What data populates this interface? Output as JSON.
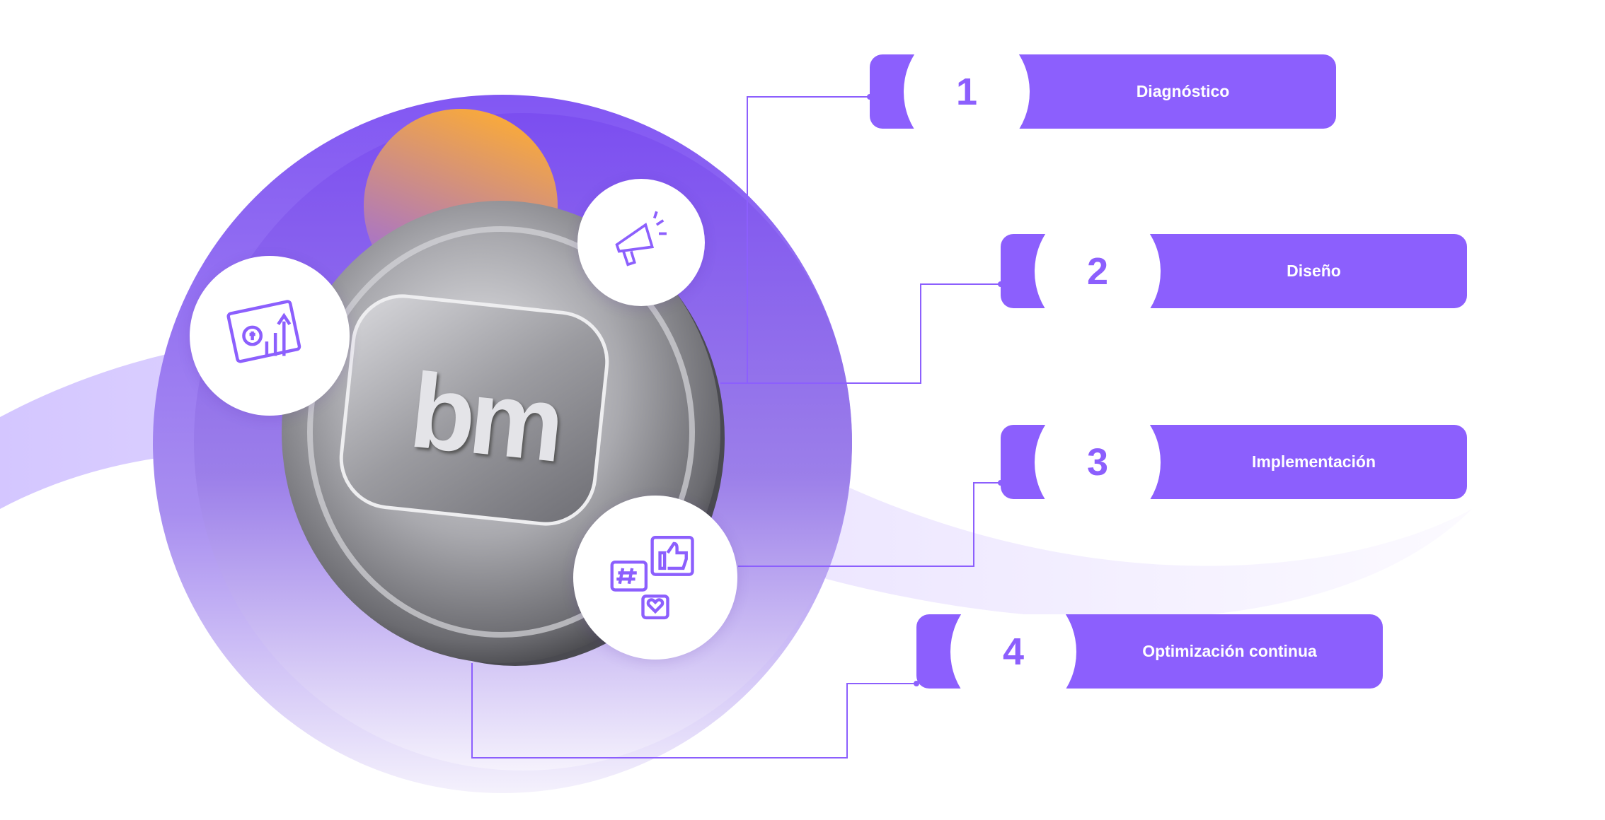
{
  "logo_text": "bm",
  "colors": {
    "accent": "#8c5ffd",
    "orange": "#f8a93c",
    "line": "#8c5ffd"
  },
  "icons": [
    "analytics-dashboard-icon",
    "megaphone-icon",
    "social-media-icon"
  ],
  "steps": [
    {
      "number": "1",
      "label": "Diagnóstico"
    },
    {
      "number": "2",
      "label": "Diseño"
    },
    {
      "number": "3",
      "label": "Implementación"
    },
    {
      "number": "4",
      "label": "Optimización continua"
    }
  ]
}
